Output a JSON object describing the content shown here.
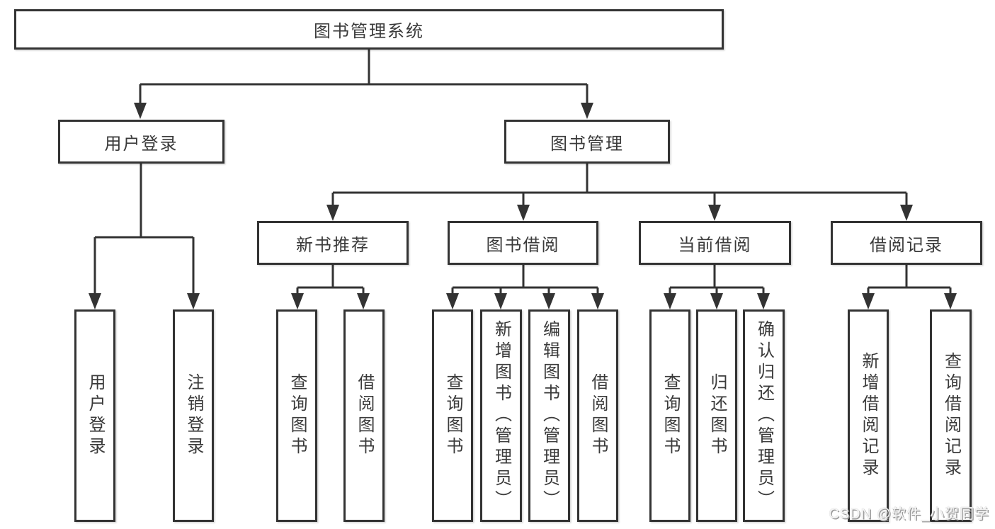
{
  "diagram": {
    "root": {
      "label": "图书管理系统"
    },
    "branches": [
      {
        "label": "用户登录",
        "children": [
          {
            "label": "用户登录"
          },
          {
            "label": "注销登录"
          }
        ]
      },
      {
        "label": "图书管理",
        "children": [
          {
            "label": "新书推荐",
            "children": [
              {
                "label": "查询图书"
              },
              {
                "label": "借阅图书"
              }
            ]
          },
          {
            "label": "图书借阅",
            "children": [
              {
                "label": "查询图书"
              },
              {
                "label": "新增图书（管理员）"
              },
              {
                "label": "编辑图书（管理员）"
              },
              {
                "label": "借阅图书"
              }
            ]
          },
          {
            "label": "当前借阅",
            "children": [
              {
                "label": "查询图书"
              },
              {
                "label": "归还图书"
              },
              {
                "label": "确认归还（管理员）"
              }
            ]
          },
          {
            "label": "借阅记录",
            "children": [
              {
                "label": "新增借阅记录"
              },
              {
                "label": "查询借阅记录"
              }
            ]
          }
        ]
      }
    ]
  },
  "watermark": "CSDN @软件_小贺同学",
  "colors": {
    "line": "#333333",
    "text": "#3a3a3a",
    "background": "#ffffff"
  }
}
